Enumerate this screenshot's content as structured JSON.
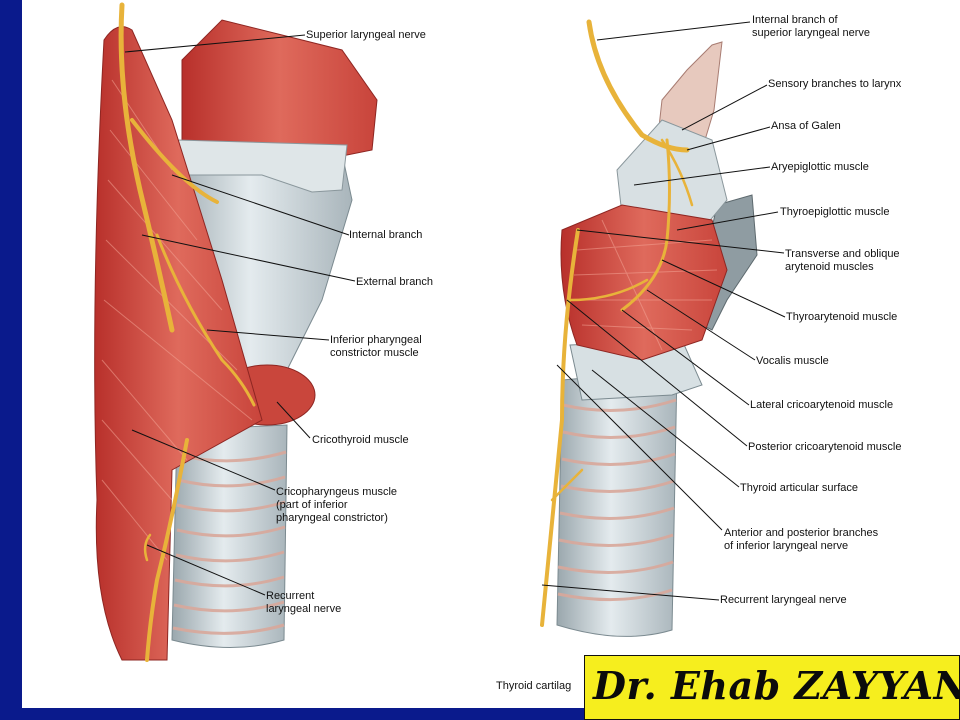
{
  "colors": {
    "background_frame": "#0a1a8c",
    "muscle": "#d24a3f",
    "muscle_dark": "#a92a25",
    "cartilage": "#c8d3d8",
    "nerve": "#e8b33a",
    "author_box": "#f6ee1e"
  },
  "left_labels": {
    "superior_laryngeal_nerve": "Superior laryngeal nerve",
    "internal_branch": "Internal branch",
    "external_branch": "External branch",
    "inferior_pharyngeal_constrictor": "Inferior pharyngeal\nconstrictor muscle",
    "cricothyroid_muscle": "Cricothyroid muscle",
    "cricopharyngeus_muscle": "Cricopharyngeus muscle\n(part of inferior\npharyngeal constrictor)",
    "recurrent_laryngeal_nerve": "Recurrent\nlaryngeal nerve"
  },
  "right_labels": {
    "internal_branch_superior": "Internal branch of\nsuperior laryngeal nerve",
    "sensory_branches": "Sensory branches to larynx",
    "ansa_of_galen": "Ansa of Galen",
    "aryepiglottic_muscle": "Aryepiglottic muscle",
    "thyroepiglottic_muscle": "Thyroepiglottic muscle",
    "transverse_oblique_arytenoid": "Transverse and oblique\narytenoid muscles",
    "thyroarytenoid_muscle": "Thyroarytenoid muscle",
    "vocalis_muscle": "Vocalis muscle",
    "lateral_cricoarytenoid": "Lateral cricoarytenoid muscle",
    "posterior_cricoarytenoid": "Posterior cricoarytenoid muscle",
    "thyroid_articular_surface": "Thyroid articular surface",
    "anterior_posterior_branches": "Anterior and posterior branches\nof inferior laryngeal nerve",
    "recurrent_laryngeal_nerve_right": "Recurrent laryngeal nerve",
    "thyroid_cartilage_partial": "Thyroid cartilag"
  },
  "author": "Dr. Ehab ZAYYAN"
}
